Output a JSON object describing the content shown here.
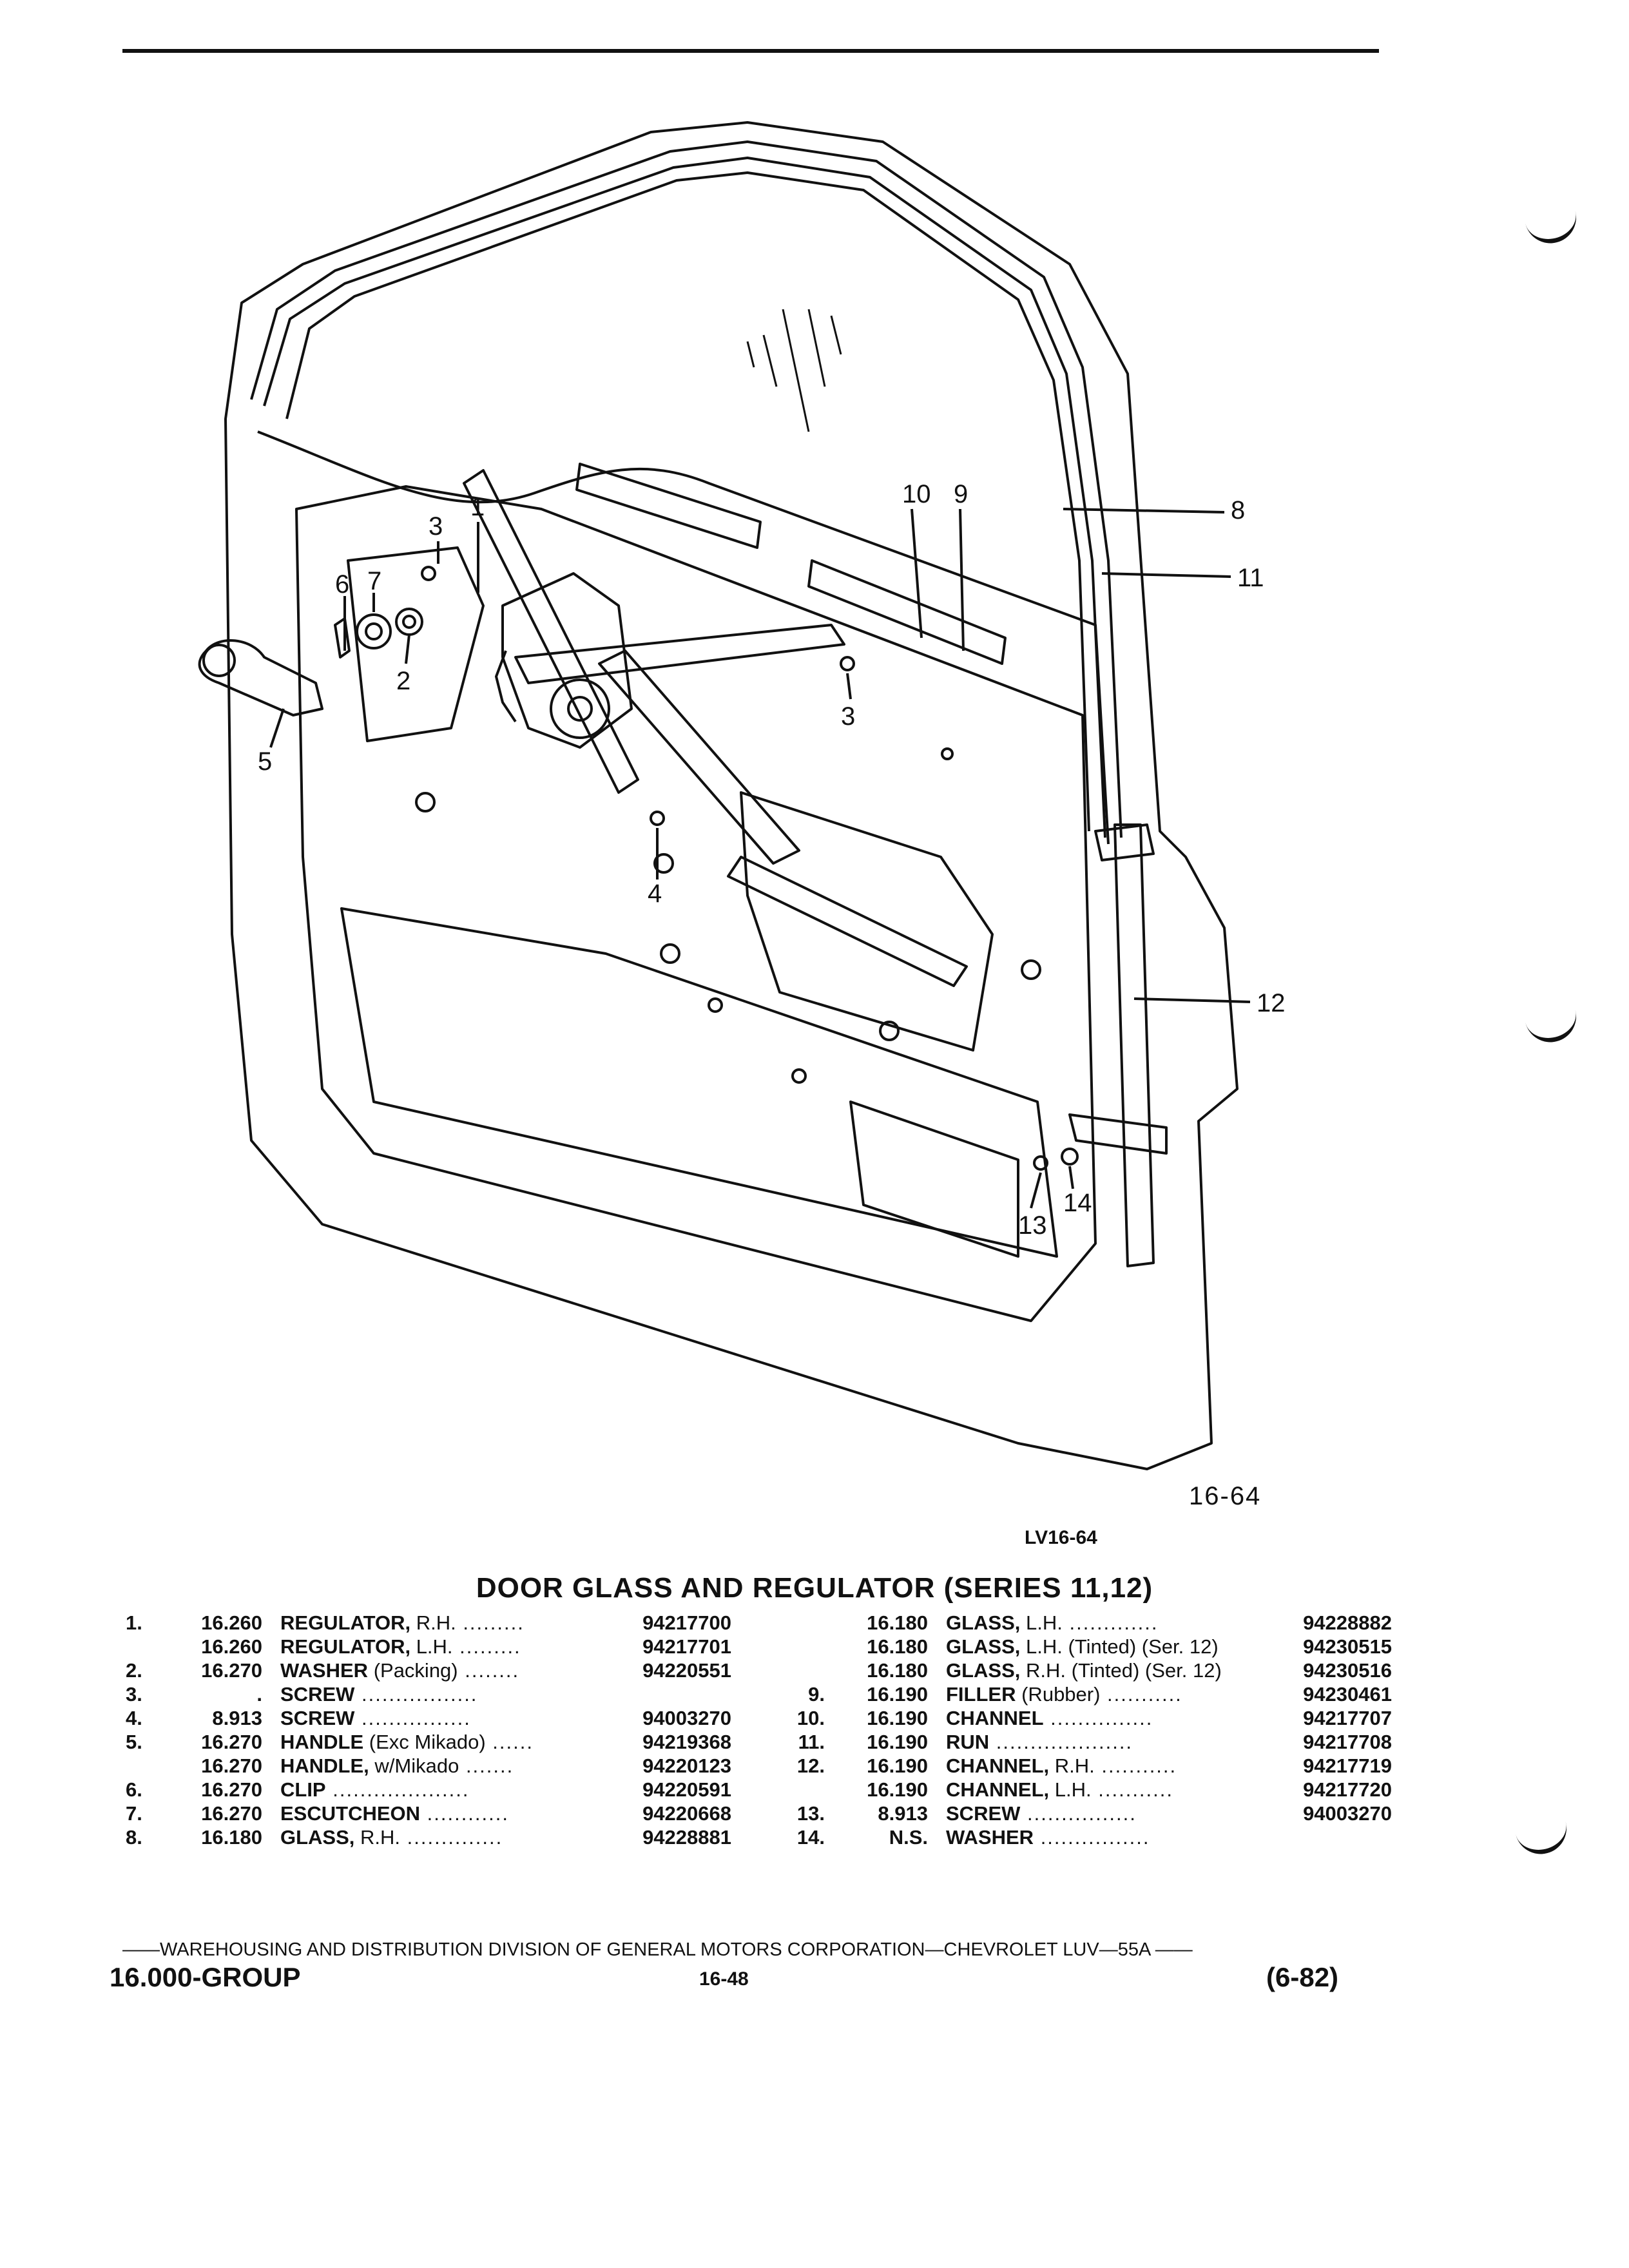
{
  "figure": {
    "number": "16-64",
    "code": "LV16-64",
    "callouts": [
      "1",
      "2",
      "3",
      "3",
      "4",
      "5",
      "6",
      "7",
      "8",
      "9",
      "10",
      "11",
      "12",
      "13",
      "14"
    ]
  },
  "title": "DOOR GLASS AND REGULATOR (SERIES 11,12)",
  "parts_left": [
    {
      "no": "1.",
      "group": "16.260",
      "name": "REGULATOR,",
      "modifier": "R.H.",
      "dots": ".........",
      "part": "94217700"
    },
    {
      "no": "",
      "group": "16.260",
      "name": "REGULATOR,",
      "modifier": "L.H.",
      "dots": ".........",
      "part": "94217701"
    },
    {
      "no": "2.",
      "group": "16.270",
      "name": "WASHER",
      "modifier": "(Packing)",
      "dots": "........",
      "part": "94220551"
    },
    {
      "no": "3.",
      "group": ".",
      "name": "SCREW",
      "modifier": "",
      "dots": ".................",
      "part": ""
    },
    {
      "no": "4.",
      "group": "8.913",
      "name": "SCREW",
      "modifier": "",
      "dots": "................",
      "part": "94003270"
    },
    {
      "no": "5.",
      "group": "16.270",
      "name": "HANDLE",
      "modifier": "(Exc Mikado)",
      "dots": "......",
      "part": "94219368"
    },
    {
      "no": "",
      "group": "16.270",
      "name": "HANDLE,",
      "modifier": "w/Mikado",
      "dots": ".......",
      "part": "94220123"
    },
    {
      "no": "6.",
      "group": "16.270",
      "name": "CLIP",
      "modifier": "",
      "dots": "....................",
      "part": "94220591"
    },
    {
      "no": "7.",
      "group": "16.270",
      "name": "ESCUTCHEON",
      "modifier": "",
      "dots": "............",
      "part": "94220668"
    },
    {
      "no": "8.",
      "group": "16.180",
      "name": "GLASS,",
      "modifier": "R.H.",
      "dots": "..............",
      "part": "94228881"
    }
  ],
  "parts_right": [
    {
      "no": "",
      "group": "16.180",
      "name": "GLASS,",
      "modifier": "L.H.",
      "dots": ".............",
      "part": "94228882"
    },
    {
      "no": "",
      "group": "16.180",
      "name": "GLASS,",
      "modifier": "L.H. (Tinted) (Ser. 12)",
      "dots": "",
      "part": "94230515"
    },
    {
      "no": "",
      "group": "16.180",
      "name": "GLASS,",
      "modifier": "R.H. (Tinted) (Ser. 12)",
      "dots": "",
      "part": "94230516"
    },
    {
      "no": "9.",
      "group": "16.190",
      "name": "FILLER",
      "modifier": "(Rubber)",
      "dots": "...........",
      "part": "94230461"
    },
    {
      "no": "10.",
      "group": "16.190",
      "name": "CHANNEL",
      "modifier": "",
      "dots": "...............",
      "part": "94217707"
    },
    {
      "no": "11.",
      "group": "16.190",
      "name": "RUN",
      "modifier": "",
      "dots": "....................",
      "part": "94217708"
    },
    {
      "no": "12.",
      "group": "16.190",
      "name": "CHANNEL,",
      "modifier": "R.H.",
      "dots": "...........",
      "part": "94217719"
    },
    {
      "no": "",
      "group": "16.190",
      "name": "CHANNEL,",
      "modifier": "L.H.",
      "dots": "...........",
      "part": "94217720"
    },
    {
      "no": "13.",
      "group": "8.913",
      "name": "SCREW",
      "modifier": "",
      "dots": "................",
      "part": "94003270"
    },
    {
      "no": "14.",
      "group": "N.S.",
      "name": "WASHER",
      "modifier": "",
      "dots": "................",
      "part": ""
    }
  ],
  "footer": {
    "line": "——WAREHOUSING AND DISTRIBUTION DIVISION OF GENERAL MOTORS CORPORATION—CHEVROLET LUV—55A ——",
    "group": "16.000-GROUP",
    "page": "16-48",
    "date": "(6-82)"
  }
}
